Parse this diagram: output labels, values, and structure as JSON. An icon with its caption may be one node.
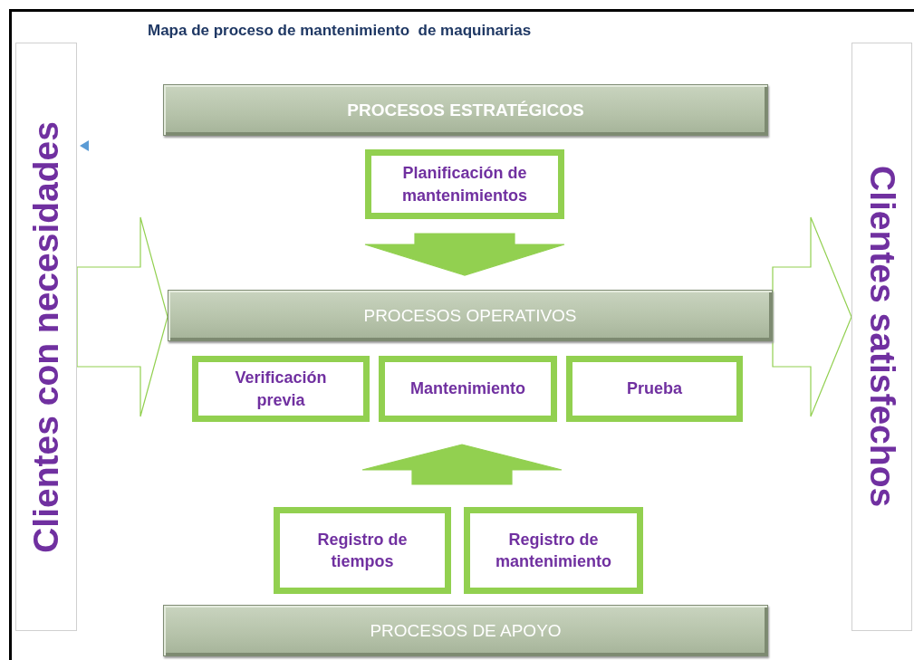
{
  "diagram": {
    "title": "Mapa de proceso de mantenimiento  de maquinarias",
    "nodes": [
      {
        "text": [
          "Clientes con necesidades"
        ]
      },
      {
        "text": [
          "PROCESOS ESTRATÉGICOS"
        ]
      },
      {
        "text": [
          "Planificación de mantenimientos"
        ]
      },
      {
        "text": [
          "PROCESOS OPERATIVOS"
        ]
      },
      {
        "text": [
          "Verificación previa"
        ]
      },
      {
        "text": [
          "Mantenimiento"
        ]
      },
      {
        "text": [
          "Prueba"
        ]
      },
      {
        "text": [
          "Registro de tiempos"
        ]
      },
      {
        "text": [
          "Registro de mantenimiento"
        ]
      },
      {
        "text": [
          "PROCESOS DE APOYO"
        ]
      },
      {
        "text": [
          "Clientes satisfechos"
        ]
      }
    ],
    "edges": [
      {
        "from": 0,
        "to": 3,
        "arrow": "to"
      },
      {
        "from": 2,
        "to": 3,
        "arrow": "to"
      },
      {
        "from": 7,
        "to": 5,
        "arrow": "to"
      },
      {
        "from": 8,
        "to": 5,
        "arrow": "to"
      },
      {
        "from": 3,
        "to": 10,
        "arrow": "to"
      }
    ]
  }
}
